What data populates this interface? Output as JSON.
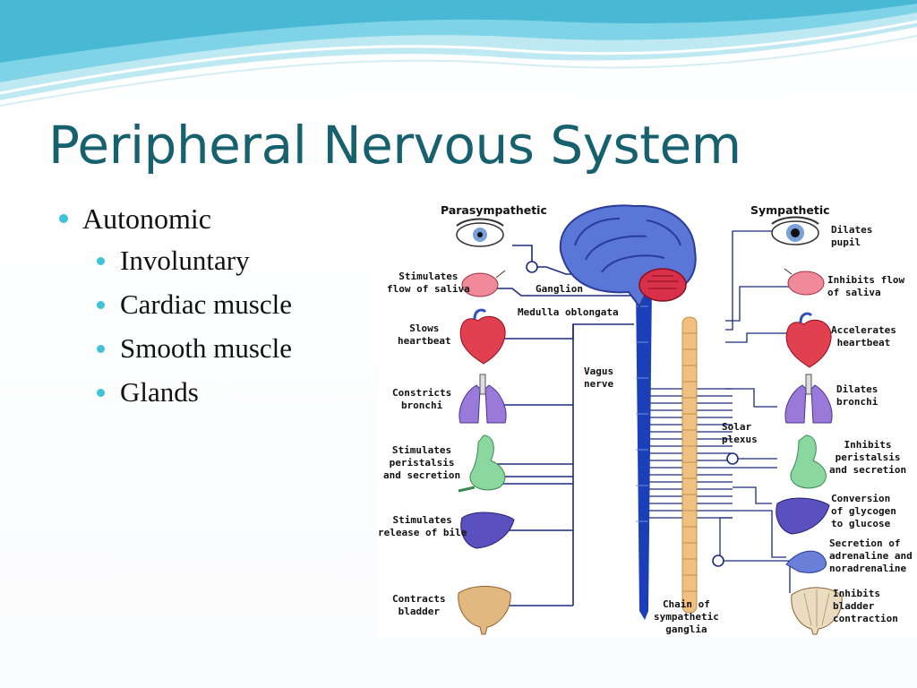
{
  "slide": {
    "title": "Peripheral Nervous System",
    "bullets": {
      "level1": "Autonomic",
      "level2": [
        "Involuntary",
        "Cardiac muscle",
        "Smooth muscle",
        "Glands"
      ]
    },
    "bullet_color": "#3ec3d8",
    "title_color": "#17606e"
  },
  "diagram": {
    "parasympathetic_header": "Parasympathetic",
    "sympathetic_header": "Sympathetic",
    "center_labels": {
      "ganglion": "Ganglion",
      "medulla": "Medulla oblongata",
      "vagus": "Vagus\nnerve",
      "solar_plexus": "Solar\nplexus",
      "chain": "Chain of\nsympathetic\nganglia"
    },
    "parasympathetic_effects": [
      "Stimulates\nflow of saliva",
      "Slows\nheartbeat",
      "Constricts\nbronchi",
      "Stimulates\nperistalsis\nand secretion",
      "Stimulates\nrelease of bile",
      "Contracts\nbladder"
    ],
    "sympathetic_effects": [
      "Dilates\npupil",
      "Inhibits flow\nof saliva",
      "Accelerates\nheartbeat",
      "Dilates\nbronchi",
      "Inhibits\nperistalsis\nand secretion",
      "Conversion\nof glycogen\nto glucose",
      "Secretion of\nadrenaline and\nnoradrenaline",
      "Inhibits\nbladder\ncontraction"
    ],
    "organ_icons": [
      "eye-icon",
      "salivary-gland-icon",
      "heart-icon",
      "lungs-icon",
      "stomach-icon",
      "liver-icon",
      "adrenal-gland-icon",
      "bladder-icon"
    ],
    "colors": {
      "brain": "#5a76d6",
      "cerebellum": "#d8304a",
      "spinal_cord": "#1b3fb8",
      "sympathetic_chain": "#f0c080",
      "nerve_lines": "#1a2a80"
    }
  }
}
